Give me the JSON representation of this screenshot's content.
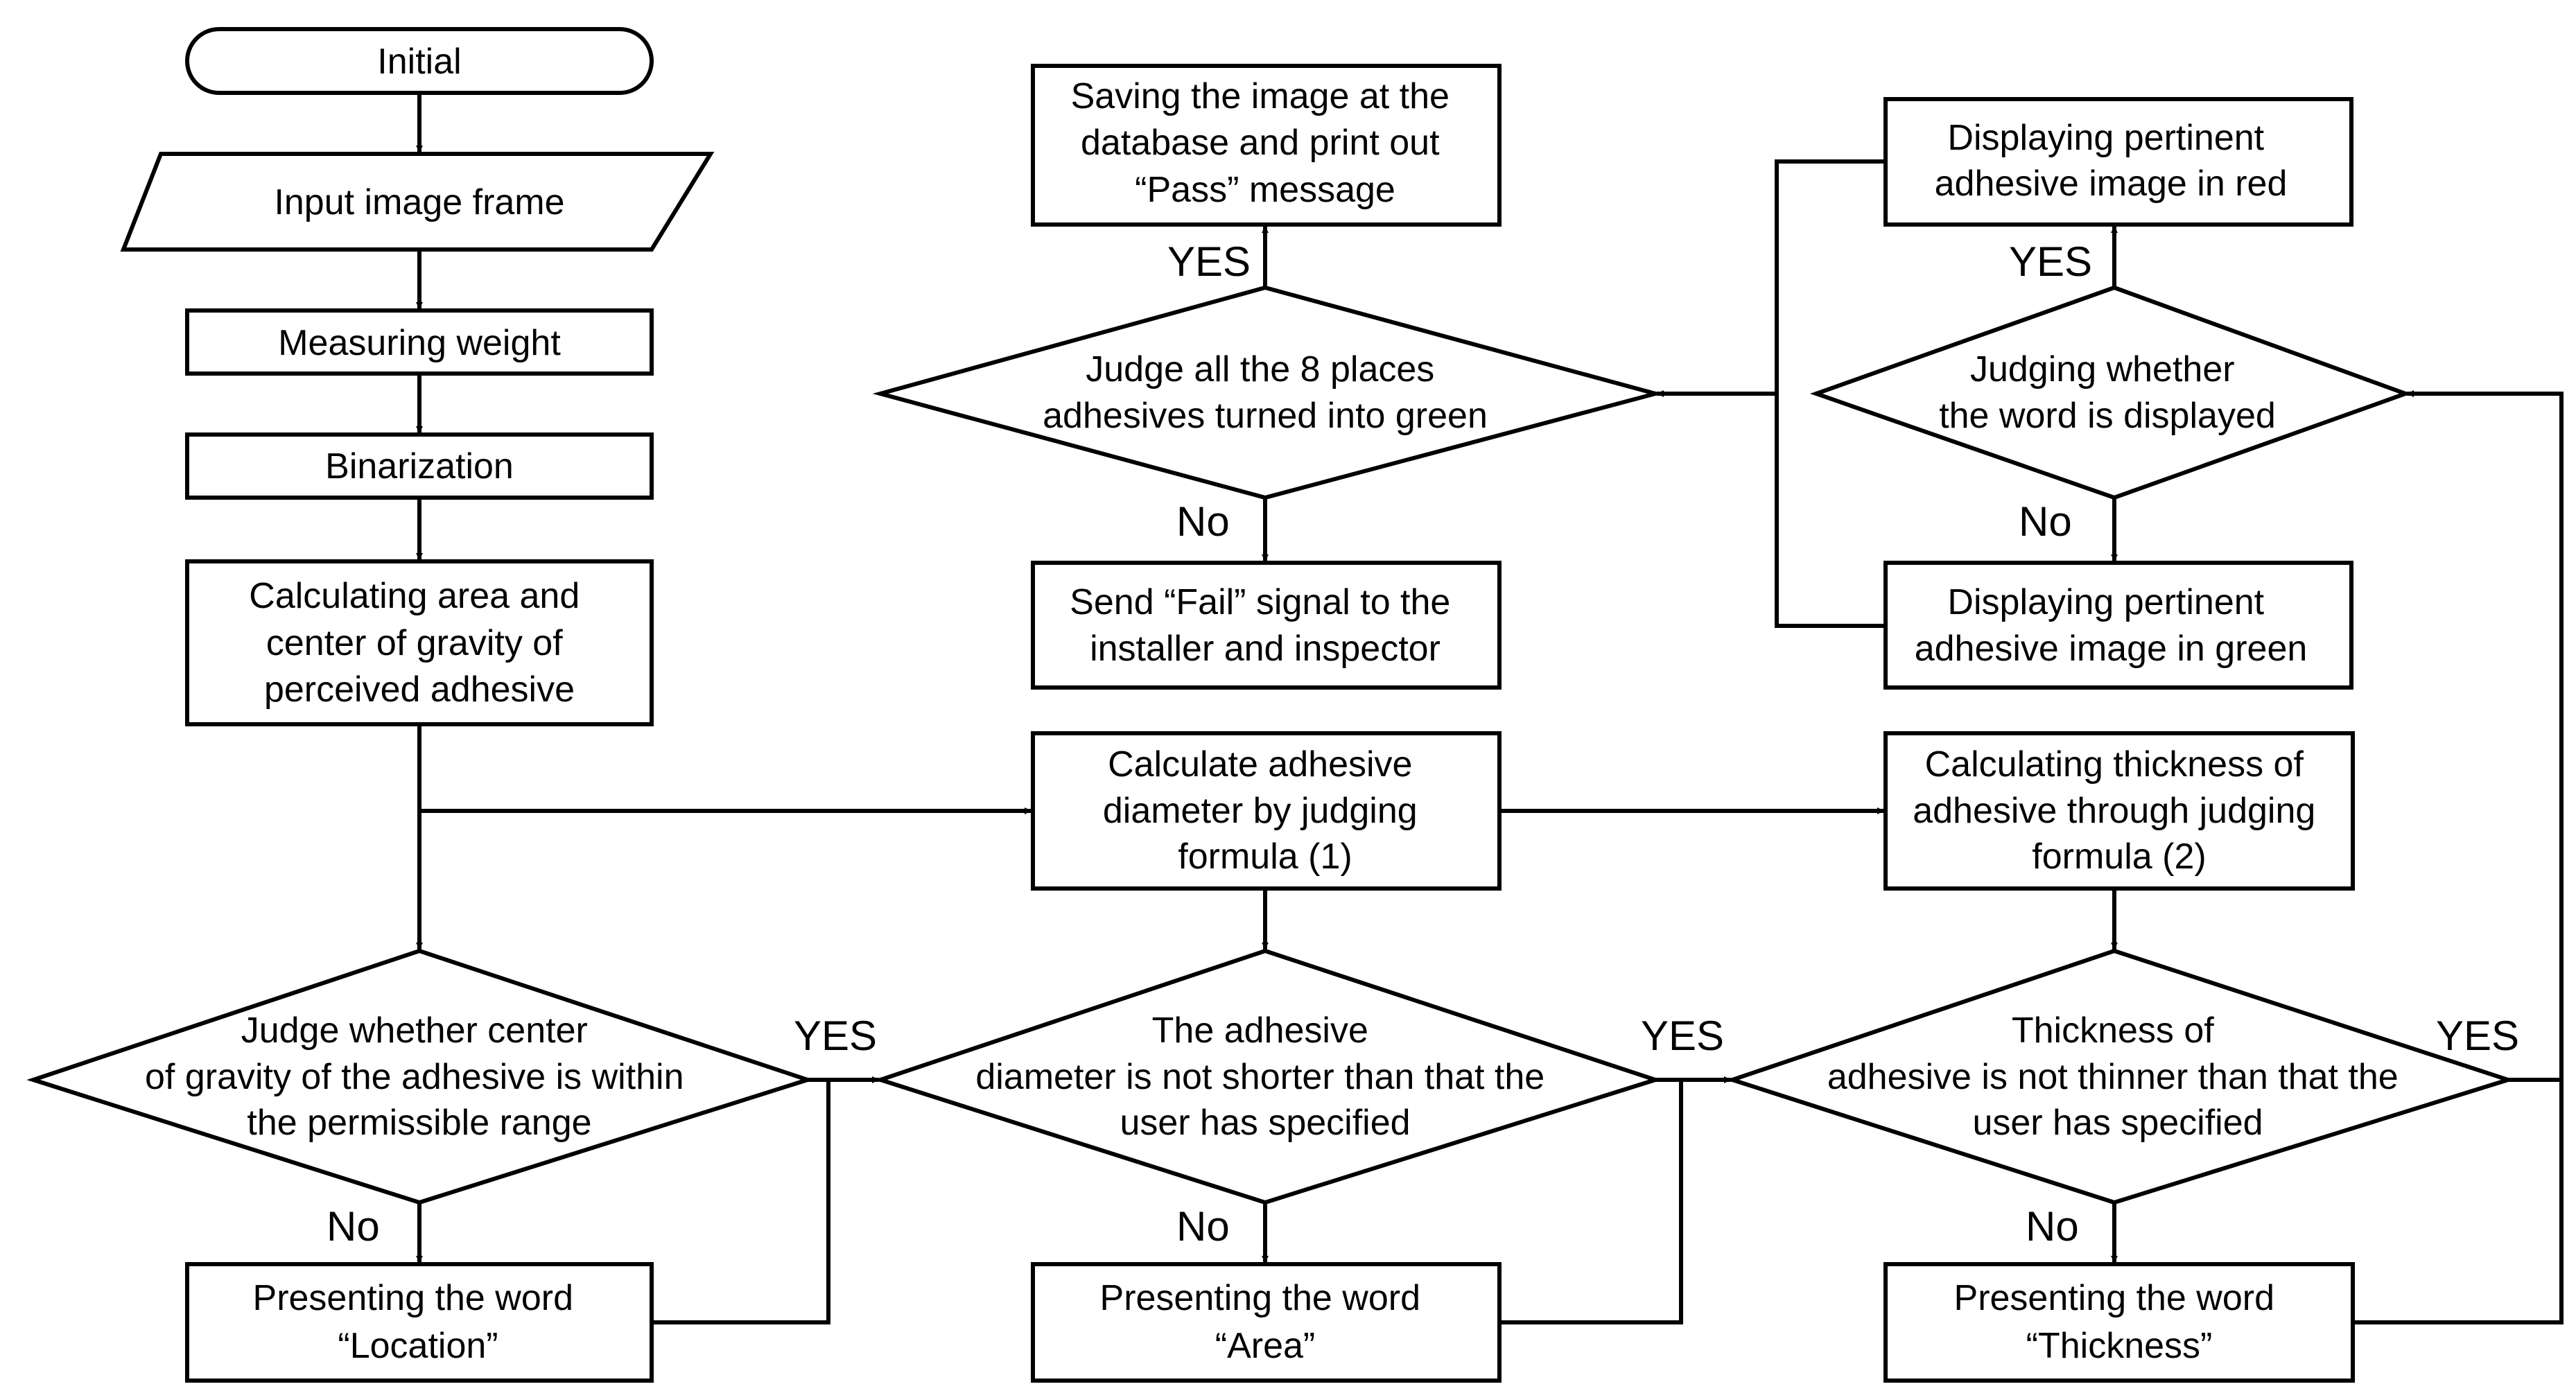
{
  "nodes": {
    "initial": [
      "Initial"
    ],
    "input": [
      "Input image frame"
    ],
    "weight": [
      "Measuring weight"
    ],
    "binarization": [
      "Binarization"
    ],
    "calc_area": [
      "Calculating area and",
      "center of gravity of",
      "perceived adhesive"
    ],
    "calc_diameter": [
      "Calculate adhesive",
      "diameter by judging",
      "formula (1)"
    ],
    "calc_thickness": [
      "Calculating thickness of",
      "adhesive through judging",
      "formula (2)"
    ],
    "judge_center": [
      "Judge whether center",
      "of gravity of the adhesive is within",
      "the permissible range"
    ],
    "judge_diameter": [
      "The adhesive",
      "diameter is not shorter than that the",
      "user has specified"
    ],
    "judge_thickness": [
      "Thickness of",
      "adhesive is not thinner than that the",
      "user has specified"
    ],
    "present_location": [
      "Presenting the word",
      "“Location”"
    ],
    "present_area": [
      "Presenting the word",
      "“Area”"
    ],
    "present_thickness": [
      "Presenting the word",
      "“Thickness”"
    ],
    "judge_all8": [
      "Judge all the 8 places",
      "adhesives turned into green"
    ],
    "save_pass": [
      "Saving the image at the",
      "database and print out",
      "“Pass” message"
    ],
    "send_fail": [
      "Send “Fail” signal to the",
      "installer and inspector"
    ],
    "judge_word": [
      "Judging whether",
      "the word is displayed"
    ],
    "display_red": [
      "Displaying pertinent",
      "adhesive image in red"
    ],
    "display_green": [
      "Displaying pertinent",
      "adhesive image in green"
    ]
  },
  "labels": {
    "yes": "YES",
    "no": "No"
  }
}
